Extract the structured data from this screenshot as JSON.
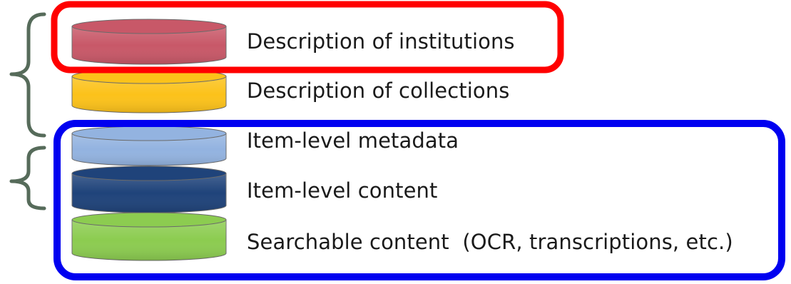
{
  "layers": [
    {
      "id": "institutions",
      "label": "Description of institutions",
      "color": "#c85868"
    },
    {
      "id": "collections",
      "label": "Description of collections",
      "color": "#fcc21a"
    },
    {
      "id": "item-metadata",
      "label": "Item-level metadata",
      "color": "#93b3e0"
    },
    {
      "id": "item-content",
      "label": "Item-level content",
      "color": "#1f437a"
    },
    {
      "id": "searchable-content",
      "label": "Searchable content  (OCR, transcriptions, etc.)",
      "color": "#8ccc50"
    }
  ],
  "highlights": {
    "red_box_color": "#ff0000",
    "blue_box_color": "#0000f0"
  },
  "brace_color": "#566b5a"
}
